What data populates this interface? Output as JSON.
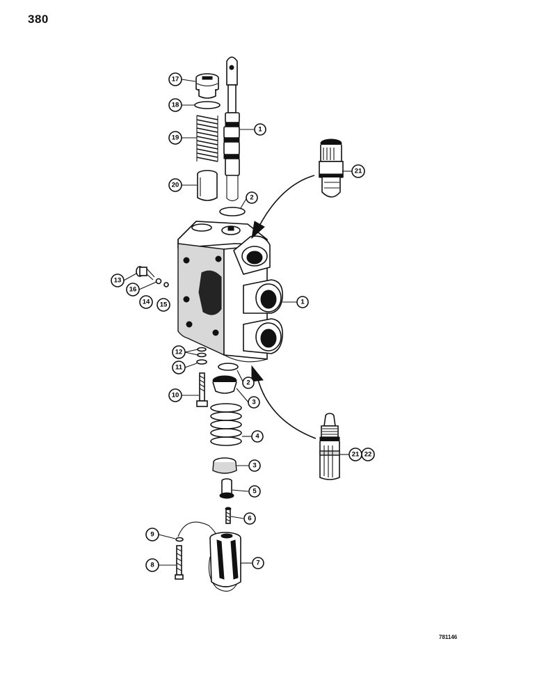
{
  "page": {
    "number": "380",
    "figure_code": "781146"
  },
  "callouts": [
    {
      "id": "17",
      "label": "17"
    },
    {
      "id": "18",
      "label": "18"
    },
    {
      "id": "19",
      "label": "19"
    },
    {
      "id": "1",
      "label": "1"
    },
    {
      "id": "20",
      "label": "20"
    },
    {
      "id": "2",
      "label": "2"
    },
    {
      "id": "21",
      "label": "21"
    },
    {
      "id": "13",
      "label": "13"
    },
    {
      "id": "16",
      "label": "16"
    },
    {
      "id": "14",
      "label": "14"
    },
    {
      "id": "15",
      "label": "15"
    },
    {
      "id": "1",
      "label": "1"
    },
    {
      "id": "12",
      "label": "12"
    },
    {
      "id": "11",
      "label": "11"
    },
    {
      "id": "2",
      "label": "2"
    },
    {
      "id": "3",
      "label": "3"
    },
    {
      "id": "10",
      "label": "10"
    },
    {
      "id": "4",
      "label": "4"
    },
    {
      "id": "21",
      "label": "21"
    },
    {
      "id": "22",
      "label": "22"
    },
    {
      "id": "3",
      "label": "3"
    },
    {
      "id": "5",
      "label": "5"
    },
    {
      "id": "6",
      "label": "6"
    },
    {
      "id": "9",
      "label": "9"
    },
    {
      "id": "7",
      "label": "7"
    },
    {
      "id": "8",
      "label": "8"
    }
  ]
}
